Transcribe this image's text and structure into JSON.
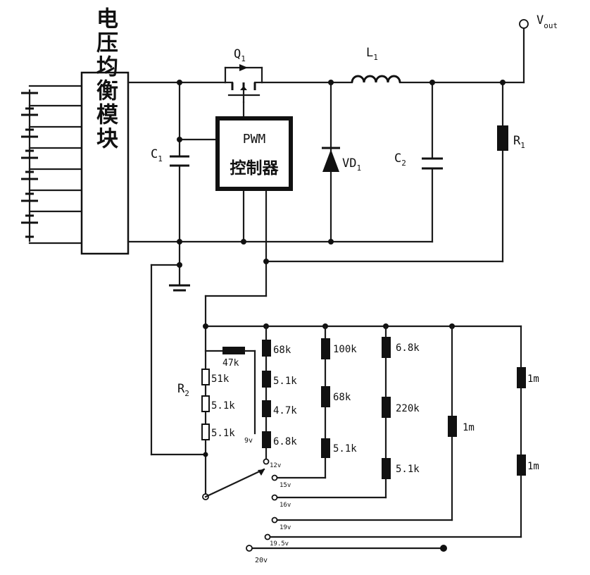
{
  "diagram": {
    "module_label": "电压均衡模块",
    "controller_line1": "PWM",
    "controller_line2": "控制器",
    "vout": {
      "main": "V",
      "sub": "out"
    },
    "q1": {
      "main": "Q",
      "sub": "1"
    },
    "l1": {
      "main": "L",
      "sub": "1"
    },
    "c1": {
      "main": "C",
      "sub": "1"
    },
    "c2": {
      "main": "C",
      "sub": "2"
    },
    "vd1": {
      "main": "VD",
      "sub": "1"
    },
    "r1": {
      "main": "R",
      "sub": "1"
    },
    "r2": {
      "main": "R",
      "sub": "2"
    },
    "resistors": {
      "r47k": "47k",
      "r2_top": "51k",
      "r2_mid": "5.1k",
      "r2_bot": "5.1k",
      "a1": "68k",
      "a2": "5.1k",
      "a3": "4.7k",
      "a4": "6.8k",
      "b1": "100k",
      "b2": "68k",
      "b3": "5.1k",
      "c1": "6.8k",
      "c2": "220k",
      "c3": "5.1k",
      "d1": "1m",
      "e1": "1m",
      "e2": "1m"
    },
    "taps": [
      "9v",
      "12v",
      "15v",
      "16v",
      "19v",
      "19.5v",
      "20v"
    ]
  }
}
